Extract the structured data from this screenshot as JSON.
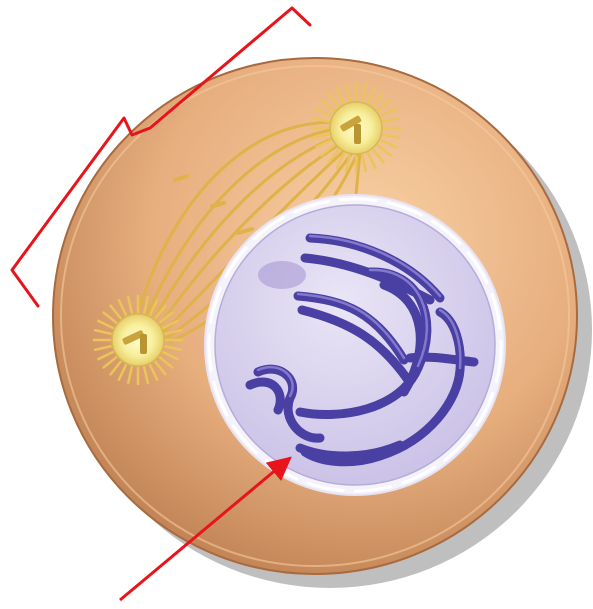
{
  "figure": {
    "subject": "prophase-cell-illustration",
    "colors": {
      "background": "#ffffff",
      "cytoplasm_light": "#f8d0a4",
      "cytoplasm_mid": "#dea072",
      "cytoplasm_dark": "#b97a4c",
      "cell_shadow": "#8a8a8a",
      "nucleus_fill": "#ddd6ef",
      "nucleus_edge": "#f4f2fa",
      "chromosome": "#4a3fa2",
      "chromosome_highlight": "#8c84d6",
      "spindle_fiber": "#e0b24a",
      "centrosome": "#fbf6a8",
      "annotation": "#e8141c"
    },
    "icons": {
      "bracket": "curly-brace",
      "pointer": "arrow"
    }
  }
}
